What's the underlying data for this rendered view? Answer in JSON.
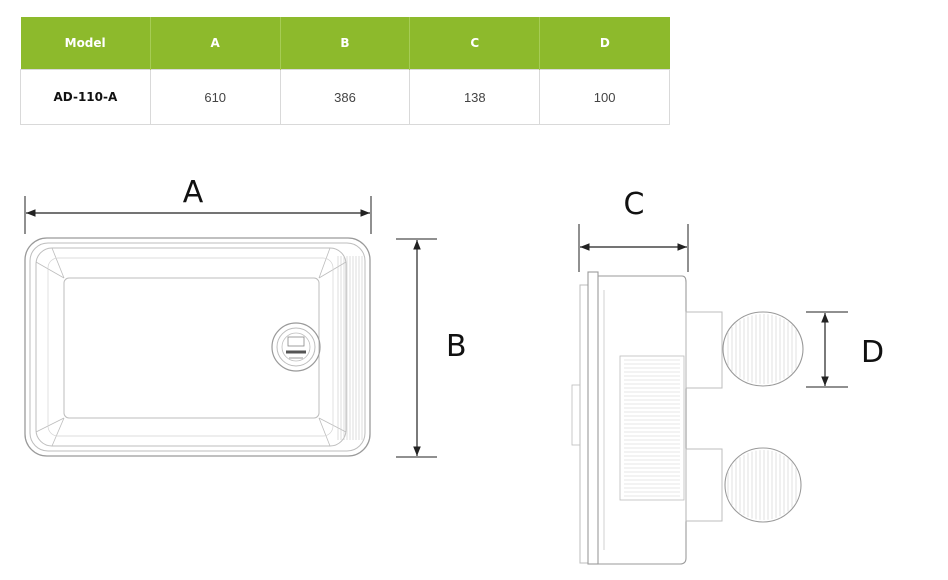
{
  "table": {
    "headers": [
      "Model",
      "A",
      "B",
      "C",
      "D"
    ],
    "rows": [
      [
        "AD-110-A",
        "610",
        "386",
        "138",
        "100"
      ]
    ]
  },
  "dimensions": {
    "a": "A",
    "b": "B",
    "c": "C",
    "d": "D"
  },
  "colors": {
    "header_bg": "#8dba2c",
    "header_text": "#ffffff",
    "line": "#222222"
  }
}
